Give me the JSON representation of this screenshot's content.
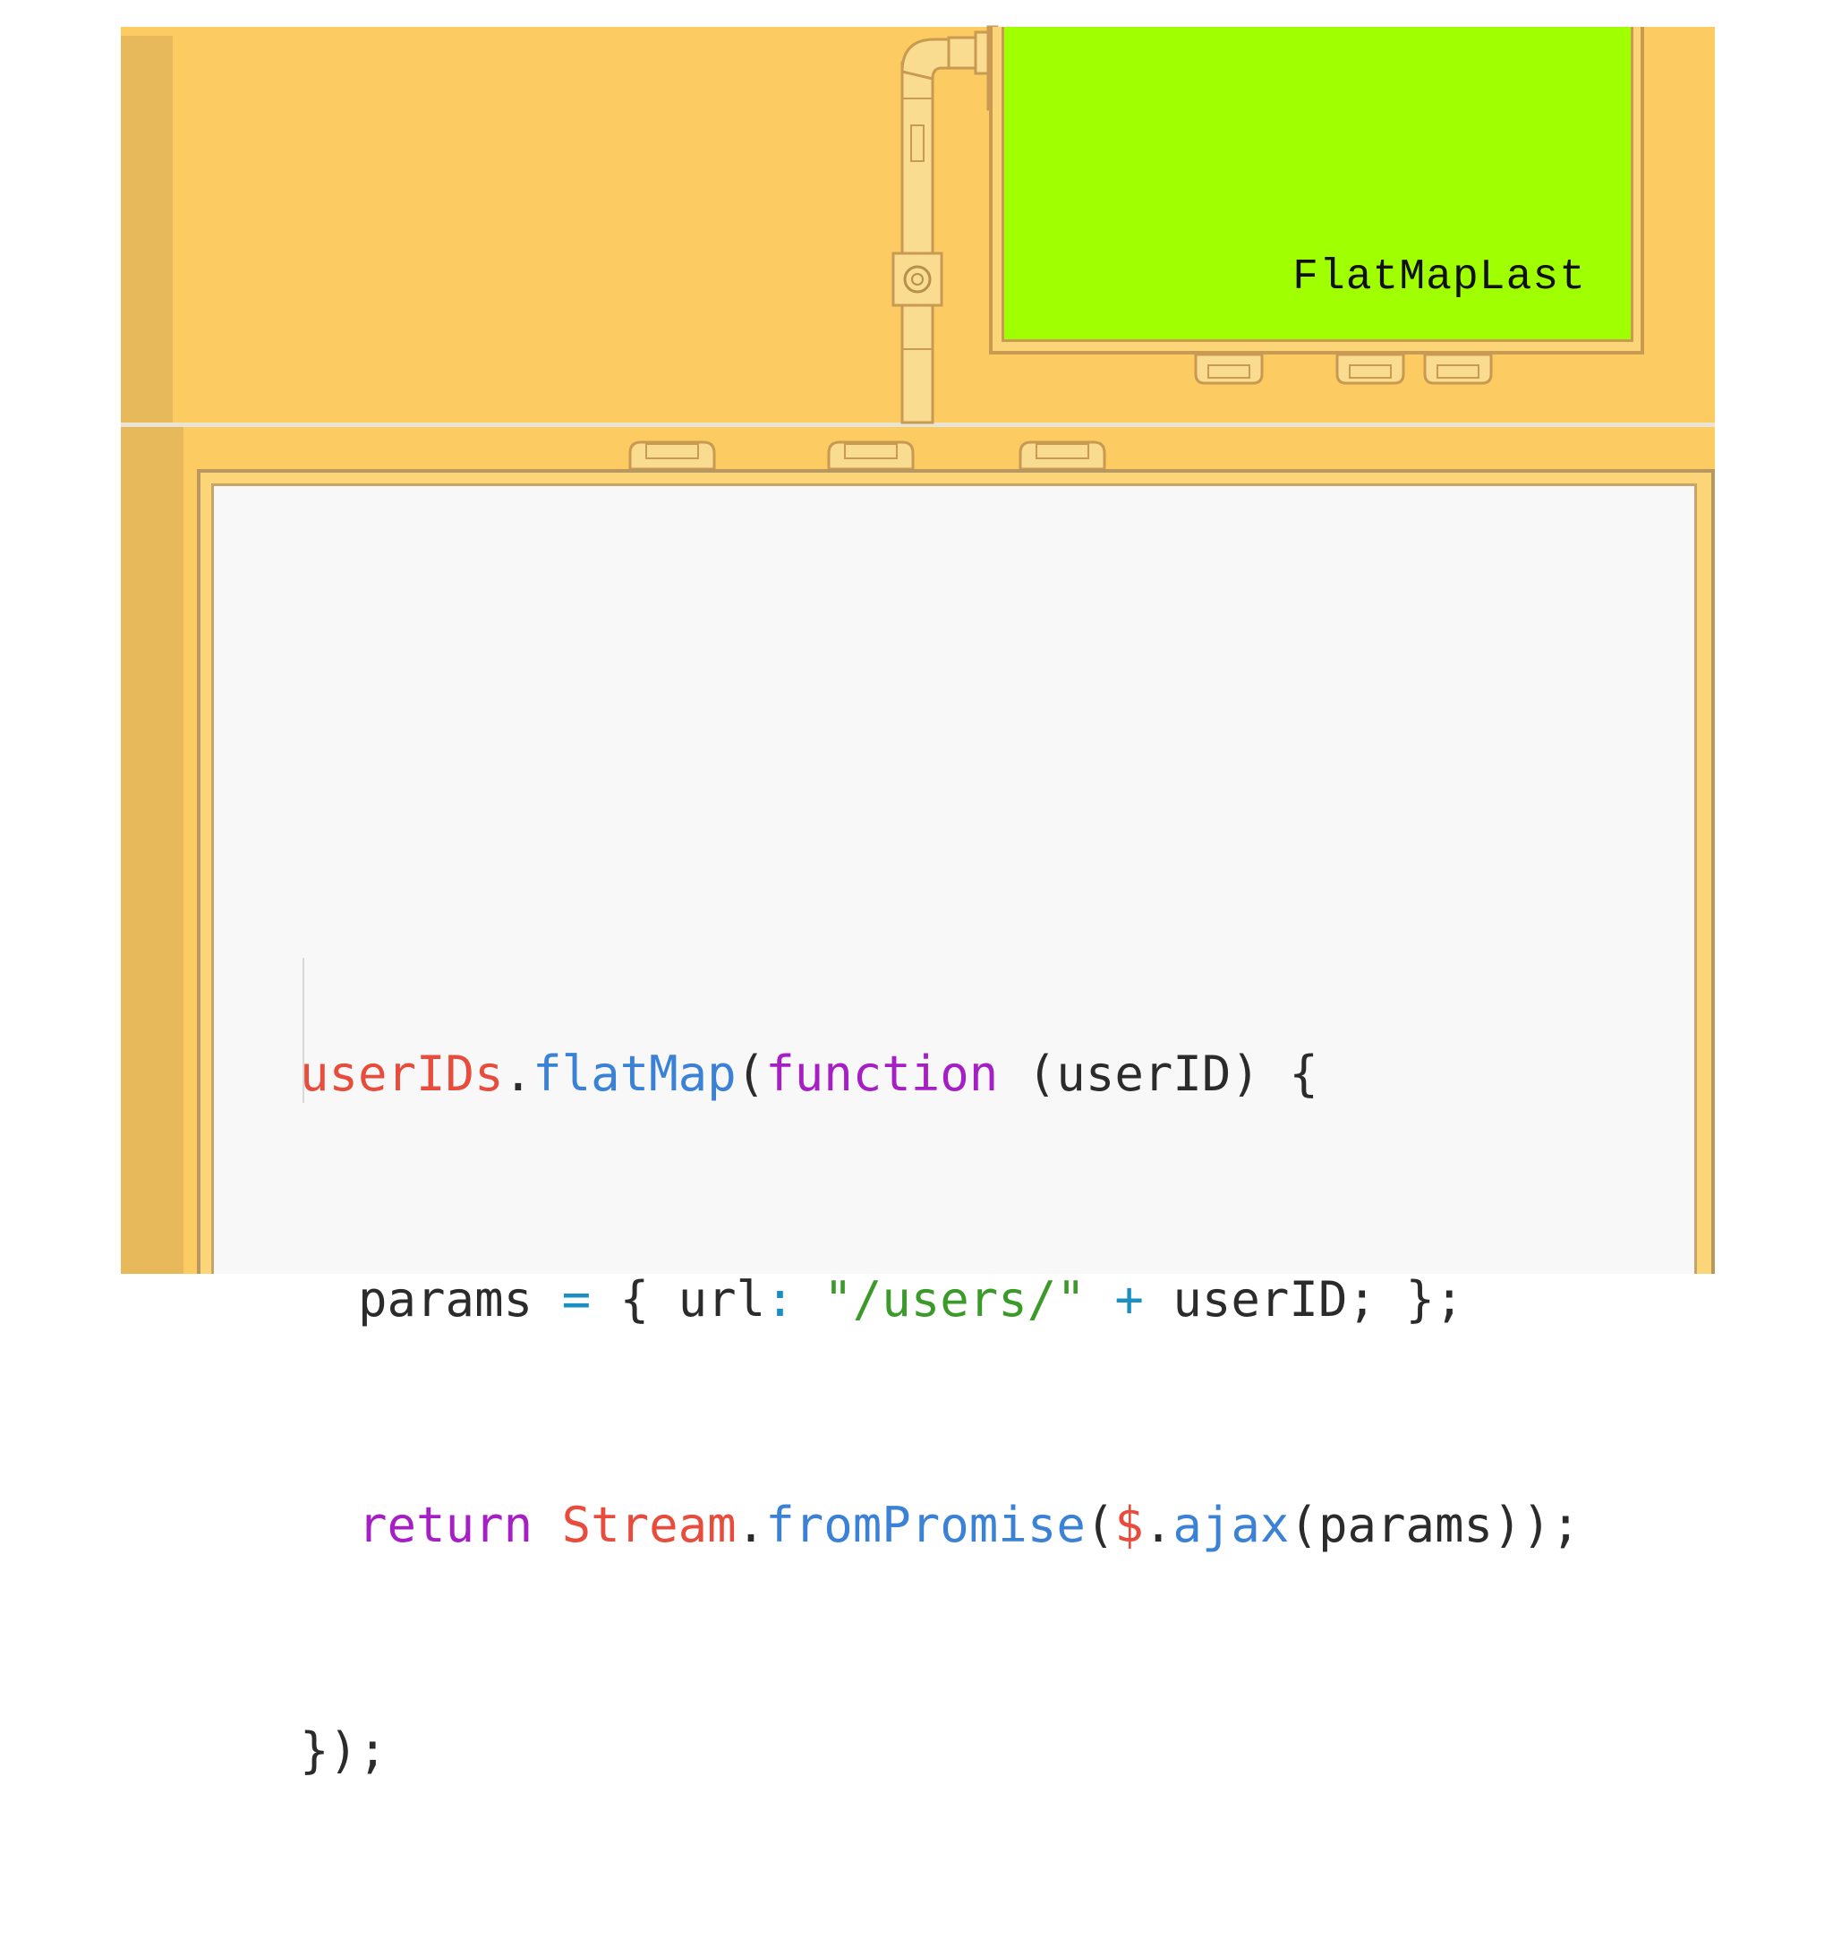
{
  "machine": {
    "label": "FlatMapLast"
  },
  "code": {
    "lines": [
      [
        {
          "text": "userIDs",
          "tone": "red"
        },
        {
          "text": ".",
          "tone": "plain"
        },
        {
          "text": "flatMap",
          "tone": "blue"
        },
        {
          "text": "(",
          "tone": "plain"
        },
        {
          "text": "function",
          "tone": "purple"
        },
        {
          "text": " (userID) {",
          "tone": "plain"
        }
      ],
      [
        {
          "text": "  params ",
          "tone": "plain"
        },
        {
          "text": "=",
          "tone": "cyan"
        },
        {
          "text": " { url",
          "tone": "plain"
        },
        {
          "text": ":",
          "tone": "cyan"
        },
        {
          "text": " ",
          "tone": "plain"
        },
        {
          "text": "\"/users/\"",
          "tone": "green"
        },
        {
          "text": " ",
          "tone": "plain"
        },
        {
          "text": "+",
          "tone": "cyan"
        },
        {
          "text": " userID; };",
          "tone": "plain"
        }
      ],
      [
        {
          "text": "  ",
          "tone": "plain"
        },
        {
          "text": "return",
          "tone": "purple"
        },
        {
          "text": " ",
          "tone": "plain"
        },
        {
          "text": "Stream",
          "tone": "red"
        },
        {
          "text": ".",
          "tone": "plain"
        },
        {
          "text": "fromPromise",
          "tone": "blue"
        },
        {
          "text": "(",
          "tone": "plain"
        },
        {
          "text": "$",
          "tone": "red"
        },
        {
          "text": ".",
          "tone": "plain"
        },
        {
          "text": "ajax",
          "tone": "blue"
        },
        {
          "text": "(params));",
          "tone": "plain"
        }
      ],
      [
        {
          "text": "});",
          "tone": "plain"
        }
      ]
    ]
  },
  "colors": {
    "panel": "#fccb61",
    "machine_screen": "#a0ff00",
    "code_screen": "#f8f8f8",
    "pipe": "#f9dc8f",
    "outline": "#c89a52"
  },
  "icons": [
    "pipe-elbow-icon",
    "pipe-valve-icon",
    "connector-clip-icon"
  ]
}
